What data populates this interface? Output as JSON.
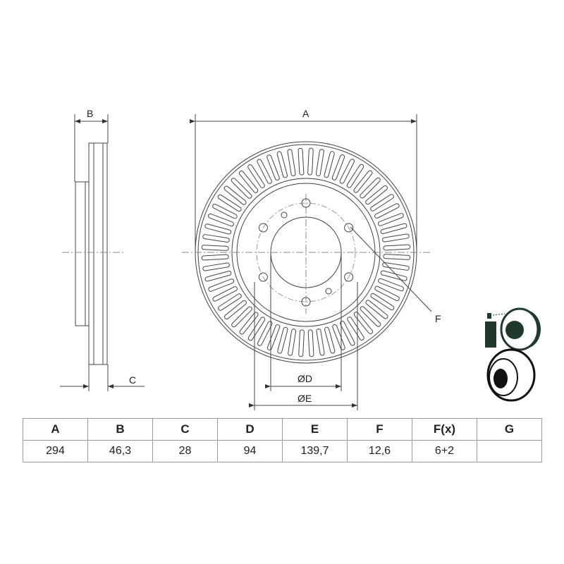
{
  "drawing": {
    "labels": {
      "A": "A",
      "B": "B",
      "C": "C",
      "D": "ØD",
      "E": "ØE",
      "F": "F"
    }
  },
  "table": {
    "headers": [
      "A",
      "B",
      "C",
      "D",
      "E",
      "F",
      "F(x)",
      "G"
    ],
    "values": [
      "294",
      "46,3",
      "28",
      "94",
      "139,7",
      "12,6",
      "6+2",
      ""
    ]
  },
  "icons": [
    "brake-cleaner-spray-icon",
    "brake-disc-icon"
  ]
}
